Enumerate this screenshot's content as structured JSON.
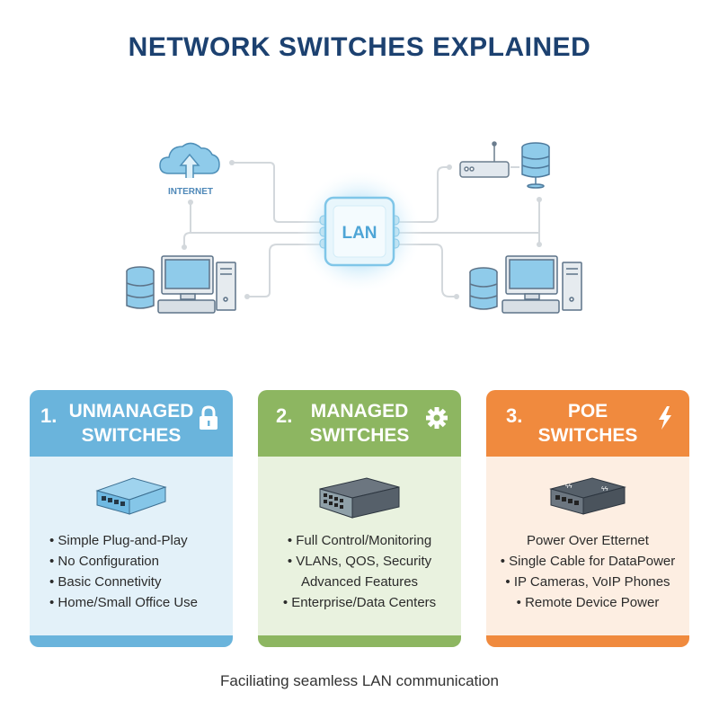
{
  "title": "NETWORK SWITCHES EXPLAINED",
  "diagram": {
    "center_label": "LAN",
    "internet_label": "INTERNET"
  },
  "cards": [
    {
      "number": "1.",
      "name": "UNMANAGED SWITCHES",
      "icon": "lock-icon",
      "color": "#6ab4dc",
      "bg": "#e3f1f9",
      "items": [
        "• Simple Plug-and-Play",
        "• No Configuration",
        "• Basic Connetivity",
        "• Home/Small Office Use"
      ]
    },
    {
      "number": "2.",
      "name": "MANAGED SWITCHES",
      "icon": "gear-icon",
      "color": "#8db661",
      "bg": "#e9f2df",
      "items": [
        "• Full Control/Monitoring",
        "• VLANs, QOS, Security",
        "Advanced Features",
        "• Enterprise/Data Centers"
      ]
    },
    {
      "number": "3.",
      "name": "POE SWITCHES",
      "icon": "lightning-icon",
      "color": "#f08a3e",
      "bg": "#fdeee2",
      "items": [
        "Power Over Etternet",
        "• Single Cable for DataPower",
        "• IP Cameras, VoIP Phones",
        "• Remote Device Power"
      ]
    }
  ],
  "caption": "Faciliating seamless LAN communication"
}
